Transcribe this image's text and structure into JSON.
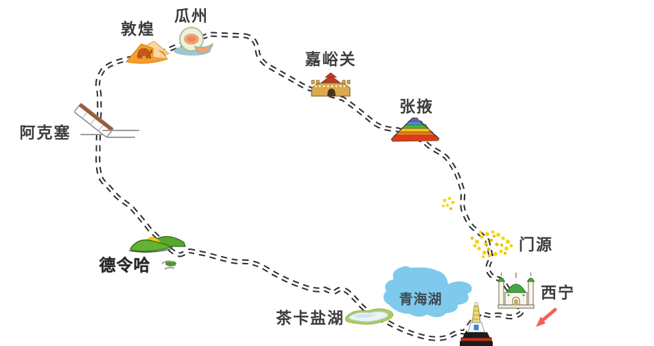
{
  "map": {
    "type": "hand-drawn travel route map",
    "route_style": "black railway-style double dashed loop",
    "stops_clockwise": [
      "瓜州",
      "嘉峪关",
      "张掖",
      "门源",
      "西宁",
      "茶卡盐湖",
      "德令哈",
      "阿克塞",
      "敦煌"
    ]
  },
  "locations": [
    {
      "id": "dunhuang",
      "label": "敦煌",
      "icon": "sand-dune-camel-icon"
    },
    {
      "id": "guazhou",
      "label": "瓜州",
      "icon": "melon-icon"
    },
    {
      "id": "jiayuguan",
      "label": "嘉峪关",
      "icon": "fortress-gate-icon"
    },
    {
      "id": "zhangye",
      "label": "张掖",
      "icon": "rainbow-mountain-icon"
    },
    {
      "id": "aksai",
      "label": "阿克塞",
      "icon": "tilted-train-icon"
    },
    {
      "id": "delingha",
      "label": "德令哈",
      "icon": "green-hills-icon"
    },
    {
      "id": "menyuan",
      "label": "门源",
      "icon": "rapeseed-flowers-icon"
    },
    {
      "id": "xining",
      "label": "西宁",
      "icon": "mosque-icon"
    },
    {
      "id": "qinghai_lake",
      "label": "青海湖",
      "icon": "blue-lake-icon"
    },
    {
      "id": "chaka",
      "label": "茶卡盐湖",
      "icon": "salt-lake-icon"
    }
  ],
  "unlabeled_icons": [
    {
      "id": "stupa",
      "icon": "tibetan-stupa-icon"
    },
    {
      "id": "small_flower_patch",
      "icon": "rapeseed-flowers-icon"
    },
    {
      "id": "start_arrow",
      "icon": "red-arrow-icon",
      "direction": "down-left"
    }
  ],
  "colors": {
    "route": "#2f2f2f",
    "label_text": "#3c3c3c",
    "lake_blue": "#7fc9ec",
    "flower_yellow": "#f6d400",
    "arrow_red": "#f2605a",
    "dune_orange": "#f59e2b",
    "hill_green": "#5fae2f",
    "fort_tan": "#dba94e",
    "roof_red": "#c4392b",
    "salt_lake_rim": "#aecb66"
  }
}
